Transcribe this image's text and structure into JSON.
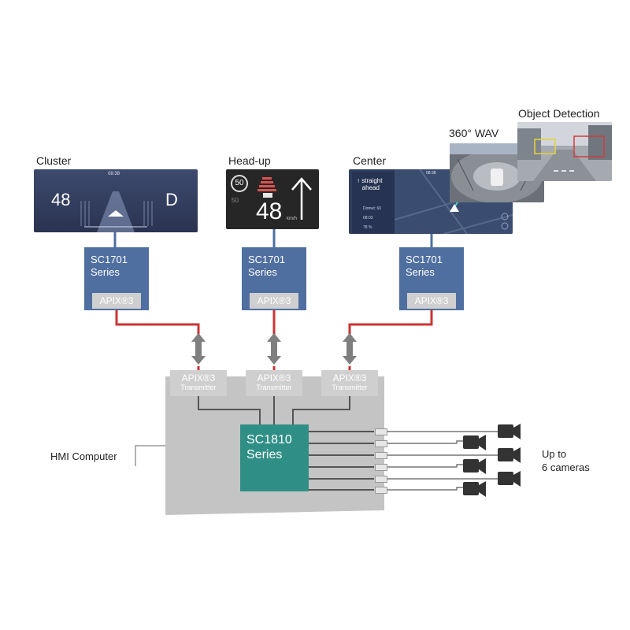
{
  "displays": {
    "cluster": {
      "label": "Cluster",
      "speed": "48",
      "gear": "D",
      "time": "08:38"
    },
    "headup": {
      "label": "Head-up",
      "limit": "50",
      "limit_small": "50",
      "speed": "48",
      "unit": "km/h"
    },
    "center": {
      "label": "Center",
      "instruction_line1": "straight",
      "instruction_line2": "ahead",
      "time": "08:38",
      "info1": "Domet: 60",
      "info2": "08:03",
      "info3": "78 %"
    },
    "wav": {
      "label": "360° WAV"
    },
    "object_detection": {
      "label": "Object Detection"
    }
  },
  "receivers": [
    {
      "name_line1": "SC1701",
      "name_line2": "Series",
      "apix": "APIX®3"
    },
    {
      "name_line1": "SC1701",
      "name_line2": "Series",
      "apix": "APIX®3"
    },
    {
      "name_line1": "SC1701",
      "name_line2": "Series",
      "apix": "APIX®3"
    }
  ],
  "transmitters": [
    {
      "line1": "APIX®3",
      "line2": "Transmitter"
    },
    {
      "line1": "APIX®3",
      "line2": "Transmitter"
    },
    {
      "line1": "APIX®3",
      "line2": "Transmitter"
    }
  ],
  "hmi": {
    "label": "HMI Computer",
    "soc_line1": "SC1810",
    "soc_line2": "Series"
  },
  "cameras": {
    "label_line1": "Up to",
    "label_line2": "6 cameras"
  },
  "colors": {
    "chip_blue": "#4f6fa0",
    "soc_teal": "#2f8f86",
    "red_link": "#cc3333",
    "gray_body": "#c4c4c4",
    "apix_gray": "#cfcfcf"
  }
}
